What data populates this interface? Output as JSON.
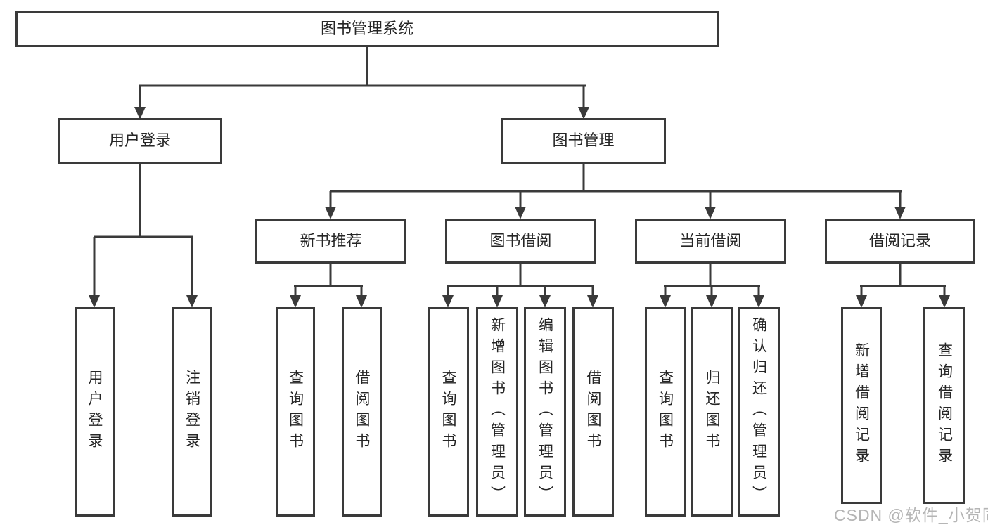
{
  "diagram": {
    "root": {
      "label": "图书管理系统"
    },
    "level2": [
      {
        "label": "用户登录"
      },
      {
        "label": "图书管理"
      }
    ],
    "level3": [
      {
        "label": "新书推荐",
        "parent": "图书管理"
      },
      {
        "label": "图书借阅",
        "parent": "图书管理"
      },
      {
        "label": "当前借阅",
        "parent": "图书管理"
      },
      {
        "label": "借阅记录",
        "parent": "图书管理"
      }
    ],
    "leaves": [
      {
        "label": "用户登录",
        "parent": "用户登录"
      },
      {
        "label": "注销登录",
        "parent": "用户登录"
      },
      {
        "label": "查询图书",
        "parent": "新书推荐"
      },
      {
        "label": "借阅图书",
        "parent": "新书推荐"
      },
      {
        "label": "查询图书",
        "parent": "图书借阅"
      },
      {
        "label": "新增图书（管理员）",
        "parent": "图书借阅"
      },
      {
        "label": "编辑图书（管理员）",
        "parent": "图书借阅"
      },
      {
        "label": "借阅图书",
        "parent": "图书借阅"
      },
      {
        "label": "查询图书",
        "parent": "当前借阅"
      },
      {
        "label": "归还图书",
        "parent": "当前借阅"
      },
      {
        "label": "确认归还（管理员）",
        "parent": "当前借阅"
      },
      {
        "label": "新增借阅记录",
        "parent": "借阅记录"
      },
      {
        "label": "查询借阅记录",
        "parent": "借阅记录"
      }
    ],
    "colors": {
      "line": "#3a3a3a",
      "text": "#262626",
      "background": "#ffffff",
      "watermark": "#b5b5b5"
    }
  },
  "watermark": {
    "text": "CSDN @软件_小贺同学"
  }
}
